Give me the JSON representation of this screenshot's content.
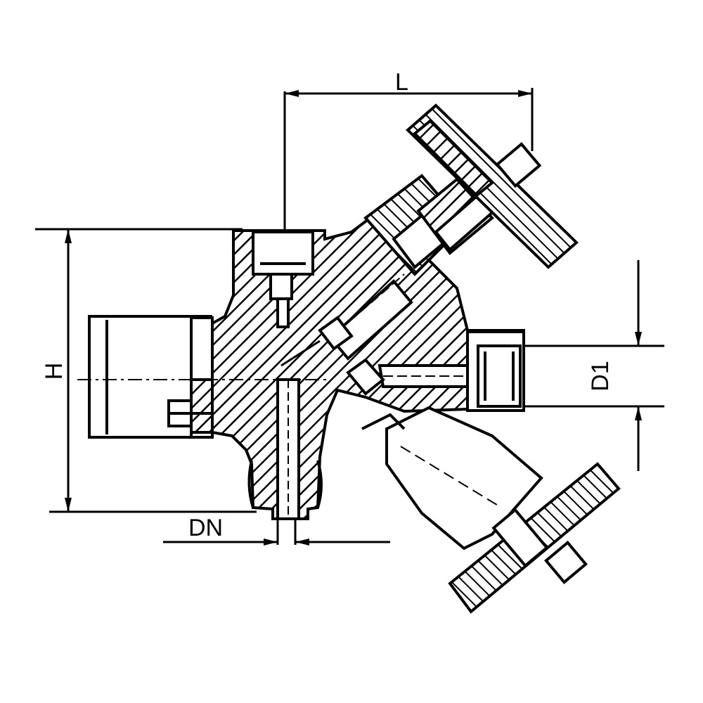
{
  "dimensions": {
    "length": "L",
    "height": "H",
    "nominal_diameter": "DN",
    "diameter": "D1"
  },
  "colors": {
    "line": "#000000",
    "background": "#ffffff"
  }
}
